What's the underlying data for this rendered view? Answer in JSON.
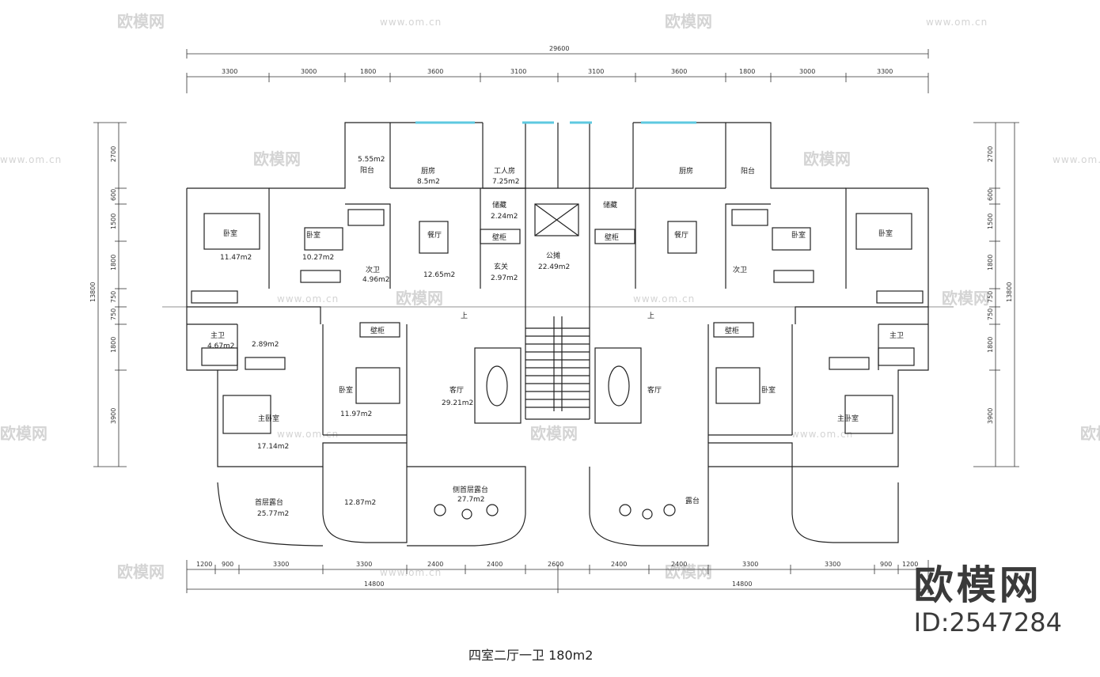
{
  "title": "四室二厅一卫 180m2",
  "brand": {
    "name": "欧模网",
    "id": "ID:2547284"
  },
  "watermark": {
    "text": "欧模网",
    "url": "www.om.cn"
  },
  "dimensions": {
    "overall": "29600",
    "top": [
      "3300",
      "3000",
      "1800",
      "3600",
      "3100",
      "3100",
      "3600",
      "1800",
      "3000",
      "3300"
    ],
    "bottom": [
      "1200",
      "900",
      "3300",
      "3300",
      "2400",
      "2400",
      "2600",
      "2400",
      "2400",
      "3300",
      "3300",
      "900",
      "1200"
    ],
    "bottom_total_left": "14800",
    "bottom_total_right": "14800",
    "left": [
      "2700",
      "600",
      "1500",
      "1800",
      "750",
      "750",
      "1800",
      "3900"
    ],
    "left_total": "13800",
    "right": [
      "2700",
      "600",
      "1500",
      "1800",
      "750",
      "750",
      "1800",
      "3900"
    ],
    "right_total": "13800"
  },
  "rooms_left": [
    {
      "name": "阳台",
      "area": "5.55m2"
    },
    {
      "name": "厨房",
      "area": "8.5m2"
    },
    {
      "name": "工人房",
      "area": "7.25m2"
    },
    {
      "name": "储藏",
      "area": "2.24m2"
    },
    {
      "name": "卧室",
      "area": "11.47m2"
    },
    {
      "name": "卧室",
      "area": "10.27m2"
    },
    {
      "name": "次卫",
      "area": "4.96m2"
    },
    {
      "name": "餐厅",
      "area": "12.65m2"
    },
    {
      "name": "玄关",
      "area": "2.97m2"
    },
    {
      "name": "壁柜",
      "area": ""
    },
    {
      "name": "主卫",
      "area": "4.67m2"
    },
    {
      "name": "",
      "area": "2.89m2"
    },
    {
      "name": "壁柜",
      "area": ""
    },
    {
      "name": "卧室",
      "area": "11.97m2"
    },
    {
      "name": "客厅",
      "area": "29.21m2"
    },
    {
      "name": "主卧室",
      "area": "17.14m2"
    },
    {
      "name": "首层露台",
      "area": "25.77m2"
    },
    {
      "name": "",
      "area": "12.87m2"
    },
    {
      "name": "侧首层露台",
      "area": "27.7m2"
    }
  ],
  "public": {
    "name": "公摊",
    "area": "22.49m2"
  },
  "rooms_right": [
    {
      "name": "厨房",
      "area": ""
    },
    {
      "name": "阳台",
      "area": ""
    },
    {
      "name": "储藏",
      "area": ""
    },
    {
      "name": "壁柜",
      "area": ""
    },
    {
      "name": "餐厅",
      "area": ""
    },
    {
      "name": "卧室",
      "area": ""
    },
    {
      "name": "卧室",
      "area": ""
    },
    {
      "name": "次卫",
      "area": ""
    },
    {
      "name": "主卫",
      "area": ""
    },
    {
      "name": "壁柜",
      "area": ""
    },
    {
      "name": "卧室",
      "area": ""
    },
    {
      "name": "客厅",
      "area": ""
    },
    {
      "name": "主卧室",
      "area": ""
    },
    {
      "name": "露台",
      "area": ""
    }
  ],
  "stairs_label": "上",
  "colors": {
    "line": "#222222",
    "window": "#5ec9e0",
    "watermark": "#d4d4d4"
  }
}
